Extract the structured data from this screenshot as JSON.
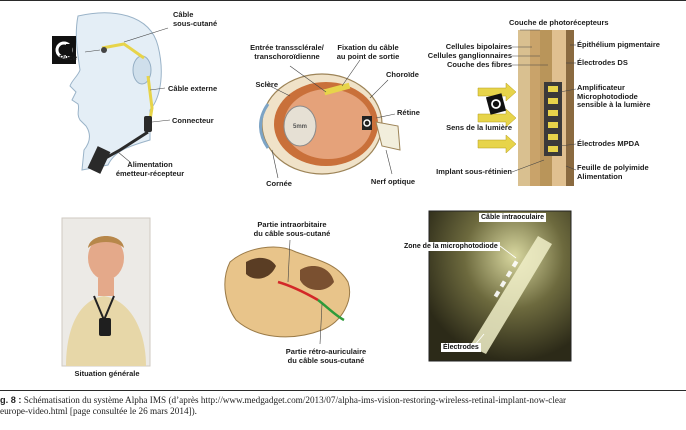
{
  "panel_head": {
    "cable_sub": "Câble\nsous-cutané",
    "puce": "Puce",
    "cable_ext": "Câble externe",
    "connecteur": "Connecteur",
    "alimentation": "Alimentation\németteur-récepteur"
  },
  "panel_eye": {
    "entree": "Entrée transsclérale/\ntranschoroïdienne",
    "fixation": "Fixation du câble\nau point de sortie",
    "sclere": "Sclère",
    "choroide": "Choroïde",
    "retine": "Rétine",
    "cornee": "Cornée",
    "nerf": "Nerf optique",
    "lens_label": "5mm"
  },
  "panel_retina": {
    "photorecepteurs": "Couche de photorécepteurs",
    "bipolaires": "Cellules bipolaires",
    "ganglionnaires": "Cellules ganglionnaires",
    "fibres": "Couche des fibres",
    "epithelium": "Épithélium pigmentaire",
    "electrodes_ds": "Électrodes DS",
    "amplificateur": "Amplificateur\nMicrophotodiode\nsensible à la lumière",
    "sens": "Sens de la lumière",
    "electrodes_mpda": "Électrodes MPDA",
    "implant": "Implant sous-rétinien",
    "feuille": "Feuille de polyimide\nAlimentation"
  },
  "panel_photo": {
    "situation": "Situation générale"
  },
  "panel_skull": {
    "intraorbitaire": "Partie intraorbitaire\ndu câble sous-cutané",
    "retro": "Partie rétro-auriculaire\ndu câble sous-cutané"
  },
  "panel_micro": {
    "cable_intra": "Câble intraoculaire",
    "zone": "Zone de la microphotodiode",
    "electrodes": "Électrodes"
  },
  "caption": {
    "fig": "g. 8 :",
    "text": " Schématisation du système Alpha IMS (d’après http://www.medgadget.com/2013/07/alpha-ims-vision-restoring-wireless-retinal-implant-now-clear",
    "text2": "europe-video.html [page consultée le 26 mars 2014])."
  },
  "colors": {
    "cable": "#e7d44a",
    "tissue": "#c9703a",
    "frame": "#2a2a2a"
  }
}
